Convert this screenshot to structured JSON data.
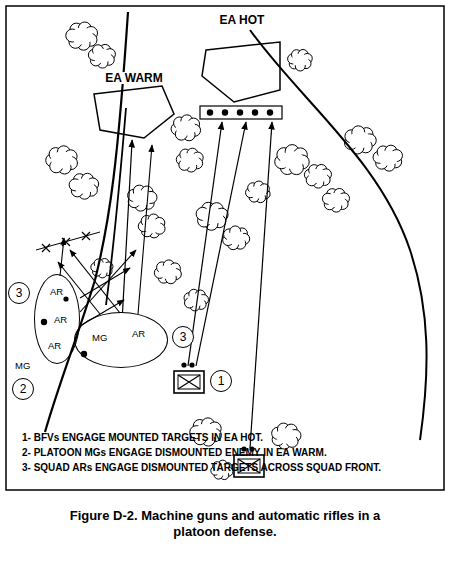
{
  "diagram": {
    "caption": "Figure D-2. Machine guns and automatic rifles in a platoon defense.",
    "nodes": [
      {
        "text": [
          "EA WARM"
        ]
      },
      {
        "text": [
          "EA HOT"
        ]
      },
      {
        "text": [
          "3"
        ]
      },
      {
        "text": [
          "AR",
          "AR",
          "AR"
        ]
      },
      {
        "text": [
          "MG",
          "AR"
        ]
      },
      {
        "text": [
          "3"
        ]
      },
      {
        "text": [
          "1"
        ]
      },
      {
        "text": [
          "2"
        ]
      }
    ],
    "edges": [
      {
        "from": 4,
        "to": 0,
        "arrow": "to"
      }
    ],
    "labels": [
      "MG",
      "1- BFVs ENGAGE MOUNTED TARGETS IN EA HOT.",
      "2- PLATOON MGs ENGAGE DISMOUNTED ENEMY IN EA WARM.",
      "3- SQUAD ARs ENGAGE DISMOUNTED TARGETS ACROSS SQUAD FRONT."
    ]
  }
}
